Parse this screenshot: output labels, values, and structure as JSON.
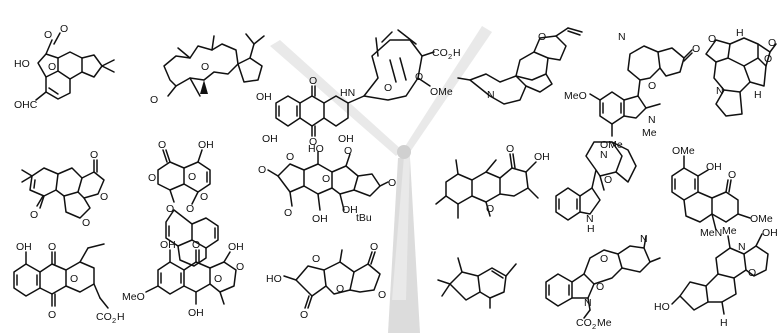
{
  "figure": {
    "background_icon": "wind-turbine-icon",
    "colors": {
      "ink": "#111111",
      "turbine": "#dcdcdc",
      "background": "#ffffff"
    },
    "molecules": [
      {
        "id": "m1",
        "labels": [
          "HO",
          "O",
          "O",
          "O",
          "OHC"
        ]
      },
      {
        "id": "m2",
        "labels": [
          "O",
          "O"
        ]
      },
      {
        "id": "m3",
        "labels": [
          "OH",
          "O",
          "HN",
          "O",
          "CO",
          "2",
          "H",
          "O",
          "OMe",
          "OH",
          "O",
          "OH"
        ]
      },
      {
        "id": "m4",
        "labels": [
          "O",
          "N"
        ]
      },
      {
        "id": "m5",
        "labels": [
          "N",
          "O",
          "O",
          "N",
          "MeO",
          "OMe",
          "Me"
        ]
      },
      {
        "id": "m6",
        "labels": [
          "O",
          "O",
          "N",
          "O",
          "H",
          "H"
        ]
      },
      {
        "id": "m7",
        "labels": [
          "O",
          "O",
          "O",
          "O"
        ]
      },
      {
        "id": "m8",
        "labels": [
          "O",
          "OH",
          "O",
          "O",
          "O",
          "O",
          "O"
        ]
      },
      {
        "id": "m9",
        "labels": [
          "O",
          "HO",
          "O",
          "O",
          "O",
          "O",
          "OH",
          "OH",
          "O",
          "tBu"
        ]
      },
      {
        "id": "m10",
        "labels": [
          "O",
          "OH",
          "O"
        ]
      },
      {
        "id": "m11",
        "labels": [
          "N",
          "O",
          "N",
          "H"
        ]
      },
      {
        "id": "m12",
        "labels": [
          "OMe",
          "OH",
          "O",
          "OMe",
          "MeN"
        ]
      },
      {
        "id": "m13",
        "labels": [
          "OH",
          "O",
          "O",
          "O",
          "CO",
          "2",
          "H"
        ]
      },
      {
        "id": "m14",
        "labels": [
          "OH",
          "O",
          "O",
          "MeO",
          "OH",
          "O",
          "OH"
        ]
      },
      {
        "id": "m15",
        "labels": [
          "HO",
          "O",
          "O",
          "O",
          "O",
          "O"
        ]
      },
      {
        "id": "m16",
        "labels": []
      },
      {
        "id": "m17",
        "labels": [
          "N",
          "O",
          "O",
          "N",
          "CO",
          "2",
          "Me"
        ]
      },
      {
        "id": "m18",
        "labels": [
          "Me",
          "N",
          "OH",
          "O",
          "HO",
          "H"
        ]
      }
    ]
  }
}
